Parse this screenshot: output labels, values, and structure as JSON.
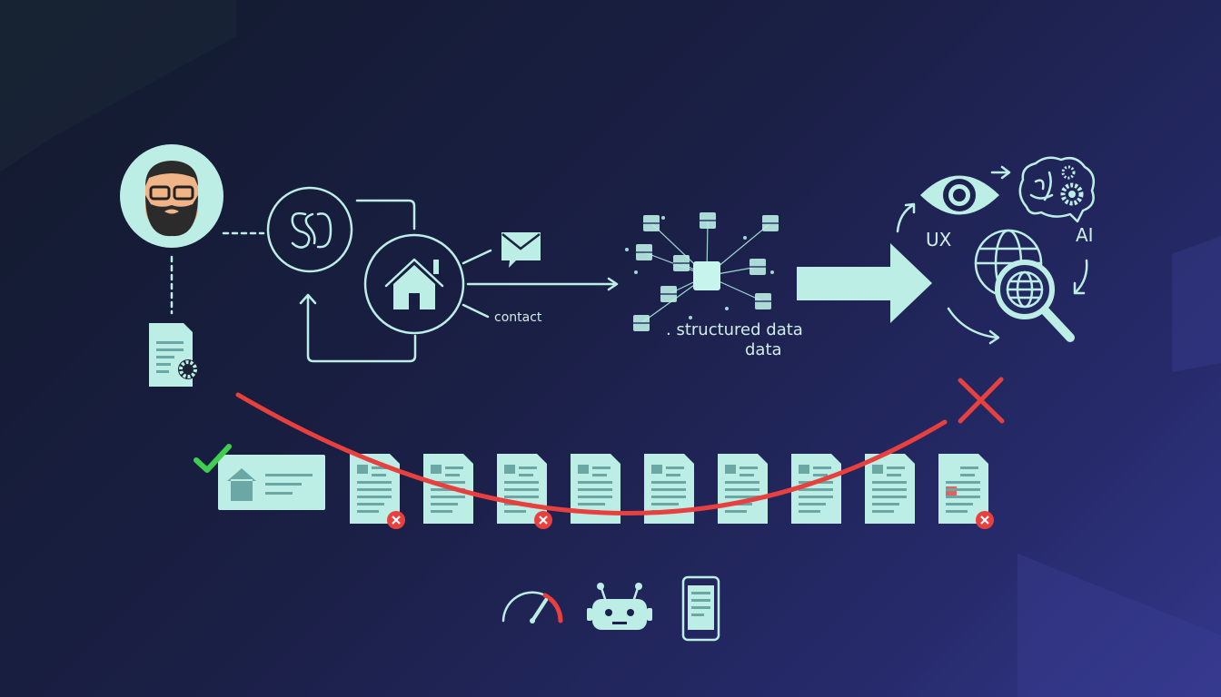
{
  "labels": {
    "contact": "contact",
    "structured_data": ". structured data",
    "structured_data_2": "data",
    "ux": "UX",
    "ai": "AI"
  },
  "pages": {
    "doc_count": 9,
    "error_doc_indices": [
      0,
      2,
      8
    ]
  },
  "colors": {
    "mint": "#bdeee6",
    "error_red": "#e8403f",
    "success_green": "#3fcf4f",
    "gauge_red": "#e8403f"
  },
  "icons": [
    "user-avatar-icon",
    "document-settings-icon",
    "sso-icon",
    "home-icon",
    "mail-icon",
    "data-network-icon",
    "big-arrow-icon",
    "eye-icon",
    "brain-gear-icon",
    "globe-search-icon",
    "speed-gauge-icon",
    "robot-icon",
    "mobile-phone-icon"
  ]
}
